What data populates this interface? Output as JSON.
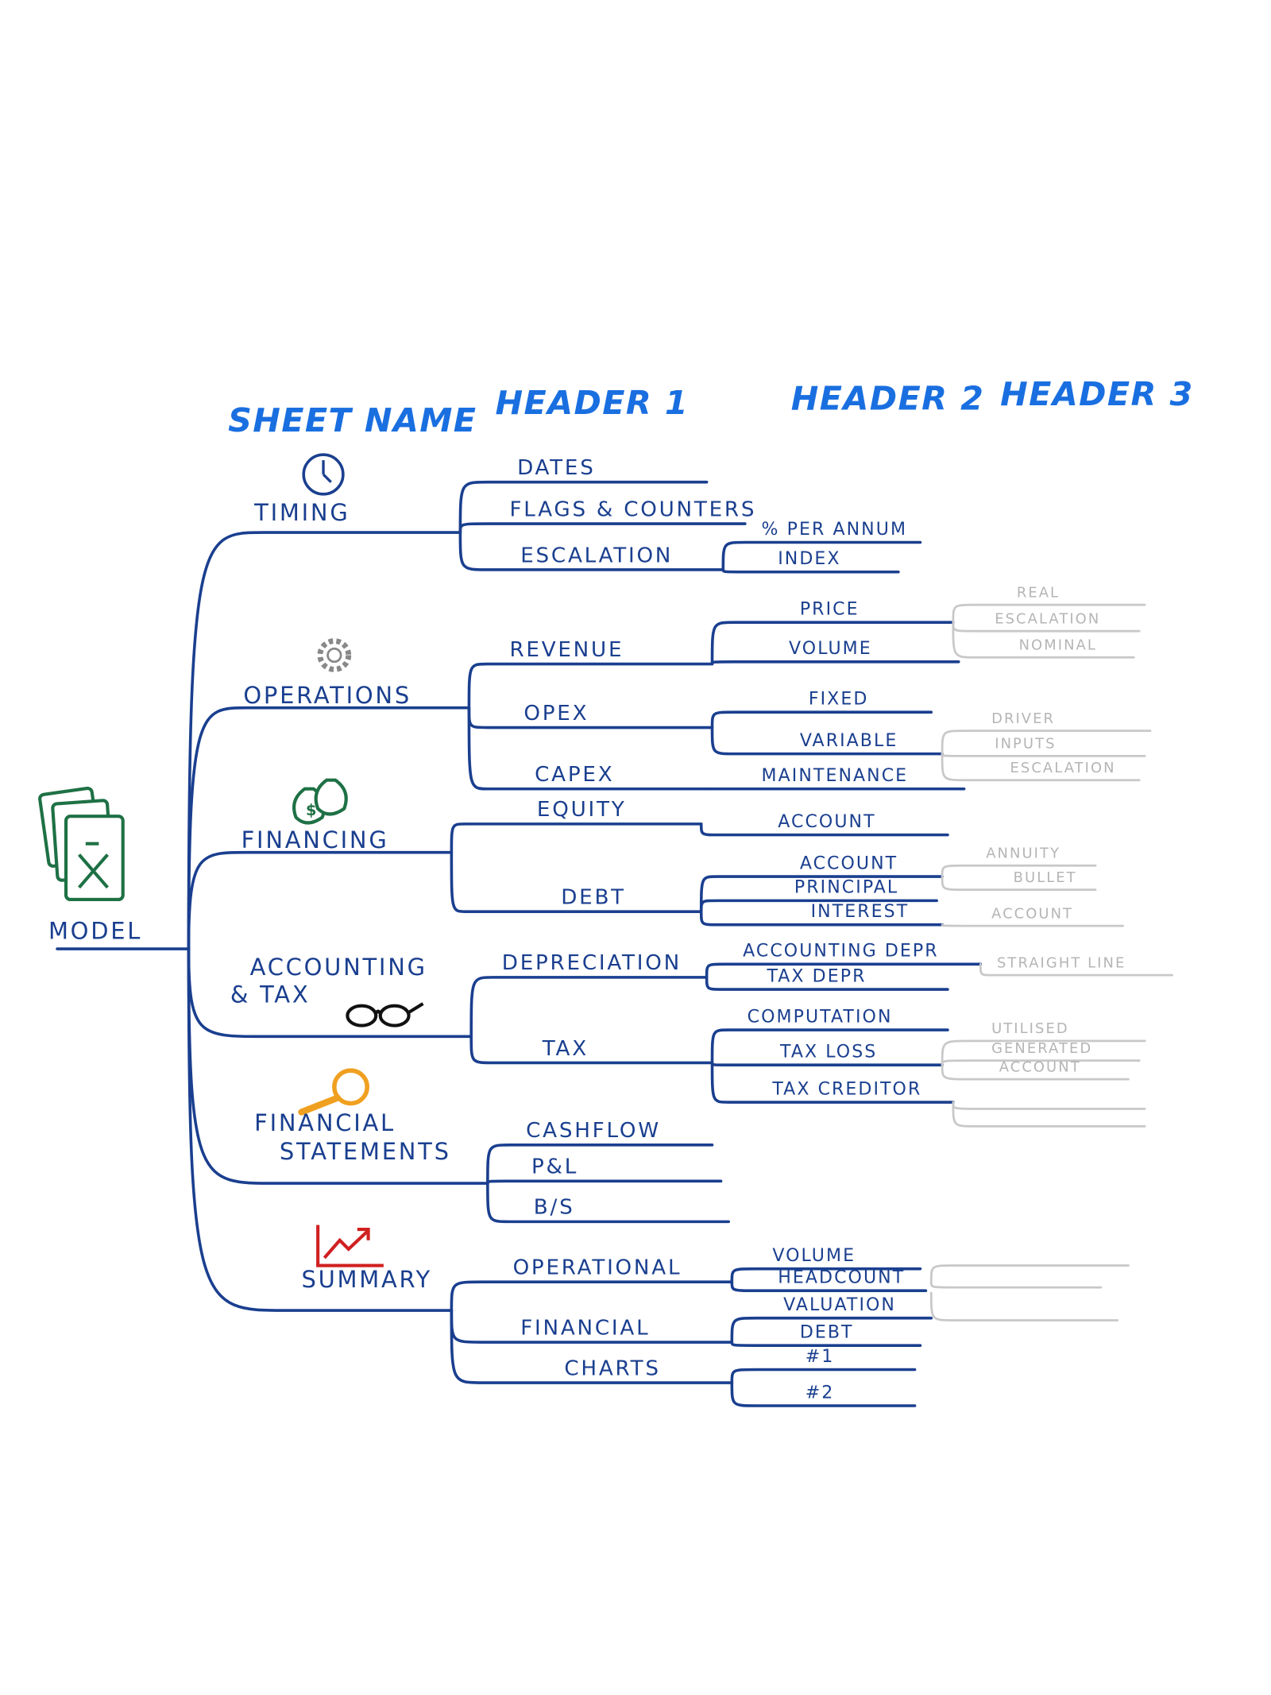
{
  "headers": {
    "sheet_name": "SHEET NAME",
    "header1": "HEADER 1",
    "header2": "HEADER 2",
    "header3": "HEADER 3"
  },
  "root": {
    "label": "MODEL",
    "icon": "excel-file-icon"
  },
  "colors": {
    "ink": "#1a3f8f",
    "header": "#1a6fe0",
    "faded": "#b5b5b5",
    "excel": "#1e7145",
    "money": "#1e7145",
    "magnifier": "#f0a020",
    "chart": "#d02020"
  },
  "sheets": [
    {
      "name_lines": [
        "TIMING"
      ],
      "icon": "clock-icon",
      "items": [
        {
          "label": "DATES"
        },
        {
          "label": "FLAGS & COUNTERS"
        },
        {
          "label": "ESCALATION",
          "children": [
            {
              "label": "% PER ANNUM"
            },
            {
              "label": "INDEX"
            }
          ]
        }
      ]
    },
    {
      "name_lines": [
        "OPERATIONS"
      ],
      "icon": "gear-icon",
      "items": [
        {
          "label": "REVENUE",
          "children": [
            {
              "label": "PRICE",
              "children": [
                {
                  "label": "REAL"
                },
                {
                  "label": "ESCALATION"
                },
                {
                  "label": "NOMINAL"
                }
              ]
            },
            {
              "label": "VOLUME"
            }
          ]
        },
        {
          "label": "OPEX",
          "children": [
            {
              "label": "FIXED"
            },
            {
              "label": "VARIABLE",
              "children": [
                {
                  "label": "DRIVER"
                },
                {
                  "label": "INPUTS"
                },
                {
                  "label": "ESCALATION"
                }
              ]
            }
          ]
        },
        {
          "label": "CAPEX",
          "children": [
            {
              "label": "MAINTENANCE"
            }
          ]
        }
      ]
    },
    {
      "name_lines": [
        "FINANCING"
      ],
      "icon": "money-bag-icon",
      "items": [
        {
          "label": "EQUITY",
          "children": [
            {
              "label": "ACCOUNT"
            }
          ]
        },
        {
          "label": "DEBT",
          "children": [
            {
              "label": "ACCOUNT",
              "children": [
                {
                  "label": "ANNUITY"
                },
                {
                  "label": "BULLET"
                }
              ]
            },
            {
              "label": "PRINCIPAL"
            },
            {
              "label": "INTEREST",
              "children": [
                {
                  "label": "ACCOUNT"
                }
              ]
            }
          ]
        }
      ]
    },
    {
      "name_lines": [
        "ACCOUNTING",
        "& TAX"
      ],
      "icon": "glasses-icon",
      "items": [
        {
          "label": "DEPRECIATION",
          "children": [
            {
              "label": "ACCOUNTING DEPR",
              "children": [
                {
                  "label": "STRAIGHT LINE"
                }
              ]
            },
            {
              "label": "TAX DEPR"
            }
          ]
        },
        {
          "label": "TAX",
          "children": [
            {
              "label": "COMPUTATION"
            },
            {
              "label": "TAX LOSS",
              "children": [
                {
                  "label": "UTILISED"
                },
                {
                  "label": "GENERATED"
                },
                {
                  "label": "ACCOUNT"
                }
              ]
            },
            {
              "label": "TAX CREDITOR"
            }
          ]
        }
      ]
    },
    {
      "name_lines": [
        "FINANCIAL",
        "STATEMENTS"
      ],
      "icon": "magnifier-icon",
      "items": [
        {
          "label": "CASHFLOW"
        },
        {
          "label": "P&L"
        },
        {
          "label": "B/S"
        }
      ]
    },
    {
      "name_lines": [
        "SUMMARY"
      ],
      "icon": "line-chart-icon",
      "items": [
        {
          "label": "OPERATIONAL",
          "children": [
            {
              "label": "VOLUME"
            },
            {
              "label": "HEADCOUNT"
            }
          ]
        },
        {
          "label": "FINANCIAL",
          "children": [
            {
              "label": "VALUATION"
            },
            {
              "label": "DEBT"
            }
          ]
        },
        {
          "label": "CHARTS",
          "children": [
            {
              "label": "#1"
            },
            {
              "label": "#2"
            }
          ]
        }
      ]
    }
  ]
}
